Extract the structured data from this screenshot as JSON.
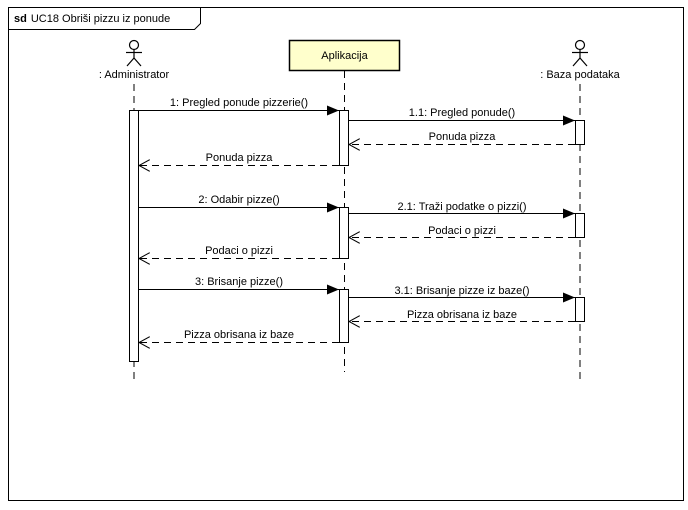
{
  "frame": {
    "keyword": "sd",
    "title": "UC18 Obriši pizzu iz ponude"
  },
  "participants": {
    "administrator": {
      "label": ": Administrator",
      "kind": "actor"
    },
    "aplikacija": {
      "label": "Aplikacija",
      "kind": "boundary-box",
      "fill": "#ffffcc"
    },
    "baza": {
      "label": ": Baza podataka",
      "kind": "actor"
    }
  },
  "messages": [
    {
      "label": "1: Pregled ponude pizzerie()",
      "type": "sync"
    },
    {
      "label": "1.1: Pregled ponude()",
      "type": "sync"
    },
    {
      "label": "Ponuda pizza",
      "type": "return"
    },
    {
      "label": "Ponuda pizza",
      "type": "return"
    },
    {
      "label": "2: Odabir pizze()",
      "type": "sync"
    },
    {
      "label": "2.1: Traži podatke o pizzi()",
      "type": "sync"
    },
    {
      "label": "Podaci o pizzi",
      "type": "return"
    },
    {
      "label": "Podaci o pizzi",
      "type": "return"
    },
    {
      "label": "3: Brisanje pizze()",
      "type": "sync"
    },
    {
      "label": "3.1: Brisanje pizze iz baze()",
      "type": "sync"
    },
    {
      "label": "Pizza obrisana iz baze",
      "type": "return"
    },
    {
      "label": "Pizza obrisana iz baze",
      "type": "return"
    }
  ]
}
